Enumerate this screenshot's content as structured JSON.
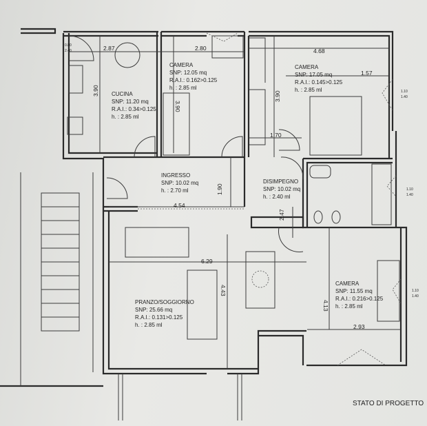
{
  "rooms": {
    "cucina": {
      "name": "CUCINA",
      "snp": "SNP: 11.20 mq",
      "rai": "R.A.I.: 0.34>0.125",
      "h": "h. : 2.85 ml"
    },
    "camera1": {
      "name": "CAMERA",
      "snp": "SNP: 12.05 mq",
      "rai": "R.A.I.: 0.162>0.125",
      "h": "h. : 2.85 ml"
    },
    "camera2": {
      "name": "CAMERA",
      "snp": "SNP: 17.05 mq",
      "rai": "R.A.I.: 0.145>0.125",
      "h": "h. : 2.85 ml"
    },
    "ingresso": {
      "name": "INGRESSO",
      "snp": "SNP: 10.02 mq",
      "h": "h. : 2.70 ml"
    },
    "disimpegno": {
      "name": "DISIMPEGNO",
      "snp": "SNP: 10.02 mq",
      "h": "h. : 2.40 ml"
    },
    "soggiorno": {
      "name": "PRANZO/SOGGIORNO",
      "snp": "SNP: 25.66 mq",
      "rai": "R.A.I.: 0.131>0.125",
      "h": "h. : 2.85 ml"
    },
    "camera3": {
      "name": "CAMERA",
      "snp": "SNP: 11.55 mq",
      "rai": "R.A.I.: 0.216>0.125",
      "h": "h. : 2.85 ml"
    }
  },
  "dimensions": {
    "d1": "2.87",
    "d2": "3.90",
    "d3": "2.80",
    "d4": "3.90",
    "d5": "4.68",
    "d6": "1.57",
    "d7": "3.90",
    "d8": "1.70",
    "d9": "1.90",
    "d10": "4.54",
    "d11": "2.47",
    "d12": "6.29",
    "d13": "4.43",
    "d14": "4.13",
    "d15": "2.93"
  },
  "windows": {
    "w1a": "0.80",
    "w1b": "2.40",
    "w2a": "1.10",
    "w2b": "1.40",
    "w3a": "1.10",
    "w3b": "1.40",
    "w4a": "1.10",
    "w4b": "1.40"
  },
  "title": "STATO DI PROGETTO"
}
